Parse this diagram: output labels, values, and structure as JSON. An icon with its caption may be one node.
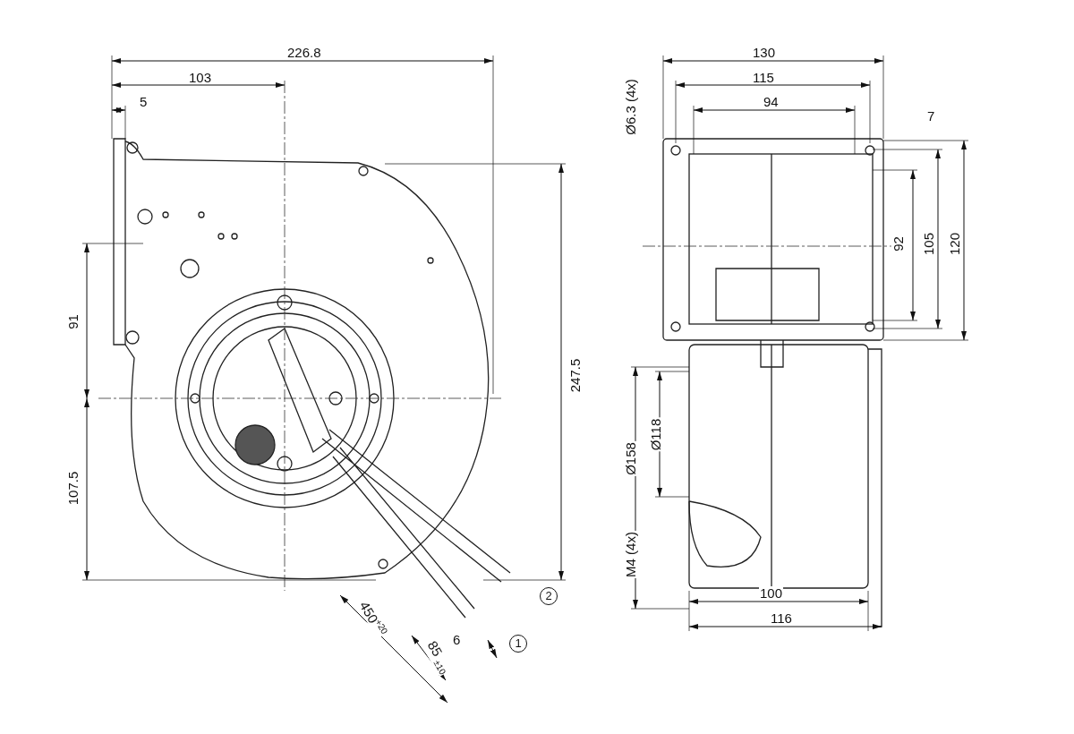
{
  "diagram": {
    "labels": [
      "226.8",
      "103",
      "5",
      "91",
      "107.5",
      "247.5",
      "450$^{+20}$",
      "85 $_{±10}$",
      "6",
      "1",
      "2",
      "130",
      "115",
      "94",
      "Ø6.3 (4x)",
      "7",
      "92",
      "105",
      "120",
      "Ø158",
      "Ø118",
      "M4 (4x)",
      "100",
      "116"
    ]
  }
}
